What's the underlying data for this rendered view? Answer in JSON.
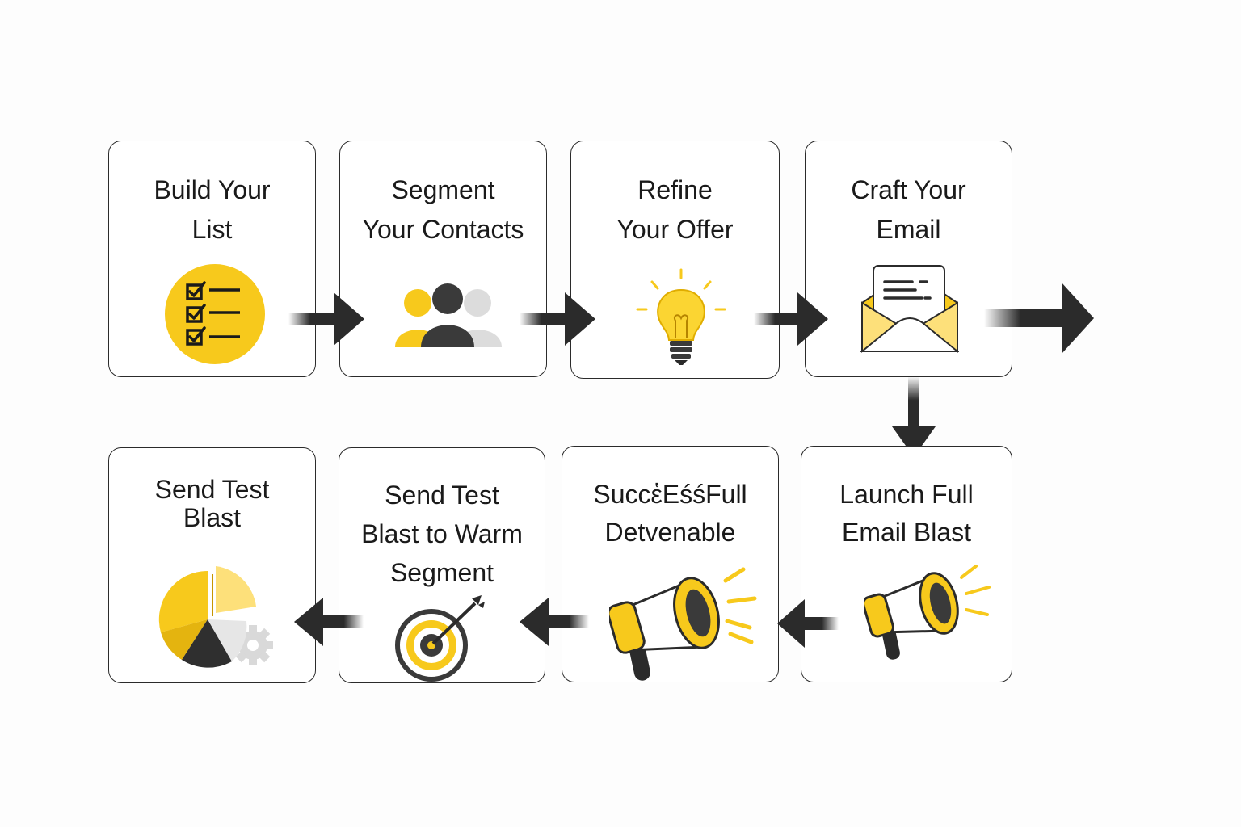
{
  "colors": {
    "accent": "#f7c91c",
    "accent_light": "#fde07a",
    "dark": "#3a3a3a",
    "grey": "#d9d9d9",
    "border": "#2b2b2b"
  },
  "steps": [
    {
      "label": "Build Your\nList",
      "icon": "checklist-icon"
    },
    {
      "label": "Segment\nYour Contacts",
      "icon": "people-icon"
    },
    {
      "label": "Refine\nYour Offer",
      "icon": "lightbulb-icon"
    },
    {
      "label": "Craft Your\nEmail",
      "icon": "envelope-icon"
    },
    {
      "label": "Launch Full\nEmail Blast",
      "icon": "megaphone-icon"
    },
    {
      "label": "SuccἑЕśśFull\nDetvenable",
      "icon": "megaphone-icon"
    },
    {
      "label": "Send Test\nBlast to Warm\nSegment",
      "icon": "target-icon"
    },
    {
      "label": "Send Test\nBlast",
      "icon": "pie-chart-gear-icon"
    }
  ]
}
